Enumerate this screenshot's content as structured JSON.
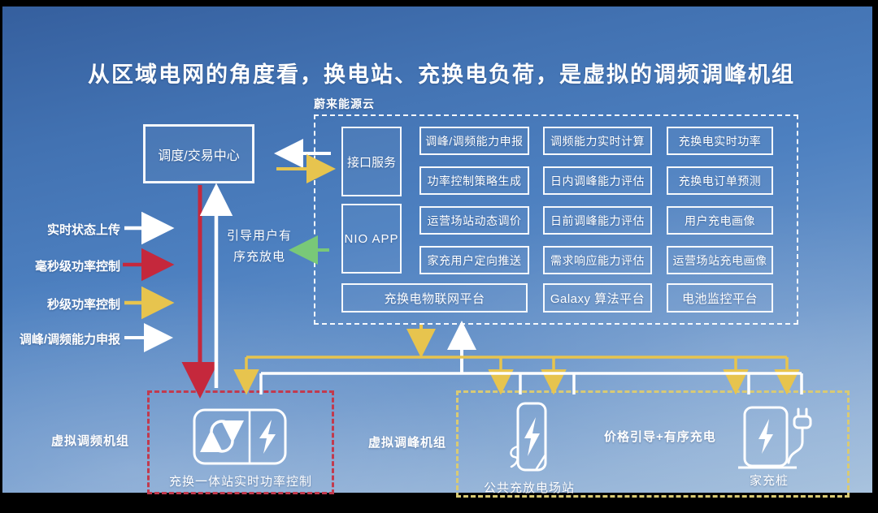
{
  "title": "从区域电网的角度看，换电站、充换电负荷，是虚拟的调频调峰机组",
  "dispatch_center": {
    "label": "调度/交易中心"
  },
  "legend": {
    "items": [
      {
        "label": "实时状态上传",
        "color": "#ffffff"
      },
      {
        "label": "毫秒级功率控制",
        "color": "#c5283c"
      },
      {
        "label": "秒级功率控制",
        "color": "#e7c44e"
      },
      {
        "label": "调峰/调频能力申报",
        "color": "#eeeeee"
      }
    ]
  },
  "cloud": {
    "label": "蔚来能源云",
    "interface_service": "接口服务",
    "nio_app": "NIO APP",
    "col2": [
      "调峰/调频能力申报",
      "功率控制策略生成",
      "运营场站动态调价",
      "家充用户定向推送"
    ],
    "col3": [
      "调频能力实时计算",
      "日内调峰能力评估",
      "日前调峰能力评估",
      "需求响应能力评估"
    ],
    "col4": [
      "充换电实时功率",
      "充换电订单预测",
      "用户充电画像",
      "运营场站充电画像"
    ],
    "bottom": [
      "充换电物联网平台",
      "Galaxy 算法平台",
      "电池监控平台"
    ]
  },
  "guide_note": {
    "line1": "引导用户有",
    "line2": "序充放电"
  },
  "freq_unit": {
    "label": "虚拟调频机组",
    "caption": "充换一体站实时功率控制"
  },
  "peak_unit": {
    "label": "虚拟调峰机组",
    "public_station": "公共充放电场站",
    "price_note": "价格引导+有序充电",
    "home_charger": "家充桩"
  },
  "colors": {
    "arrow_white": "#ffffff",
    "arrow_red": "#c5283c",
    "arrow_yellow": "#e7c44e",
    "arrow_green": "#79c878",
    "box_red_dashed": "#c23a4e",
    "box_yellow_dashed": "#d9ca74",
    "cloud_border": "#ffffff"
  }
}
